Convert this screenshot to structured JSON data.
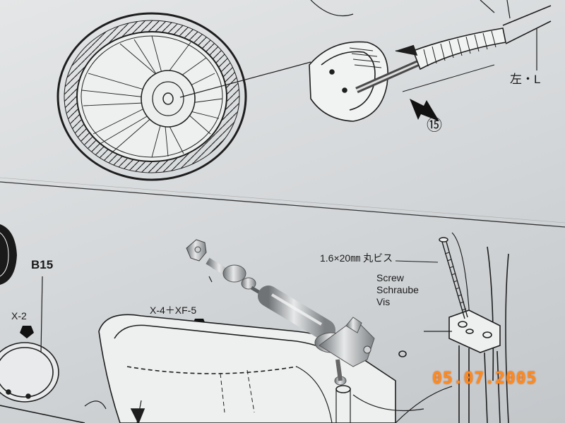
{
  "labels": {
    "left_side": "左・L",
    "step_number": "⑮",
    "screw_spec": "1.6×20㎜ 丸ビス",
    "screw_en": "Screw",
    "screw_de": "Schraube",
    "screw_fr": "Vis",
    "paint_1": "X-4＋XF-5",
    "paint_2": "X-2",
    "part_number": "B15"
  },
  "date_stamp": "05.07.2005",
  "colors": {
    "date_stamp": "#ff8a1c",
    "paper": "#e4e6e7",
    "ink": "#1a1a1a",
    "metal": "#b9bcbe"
  }
}
